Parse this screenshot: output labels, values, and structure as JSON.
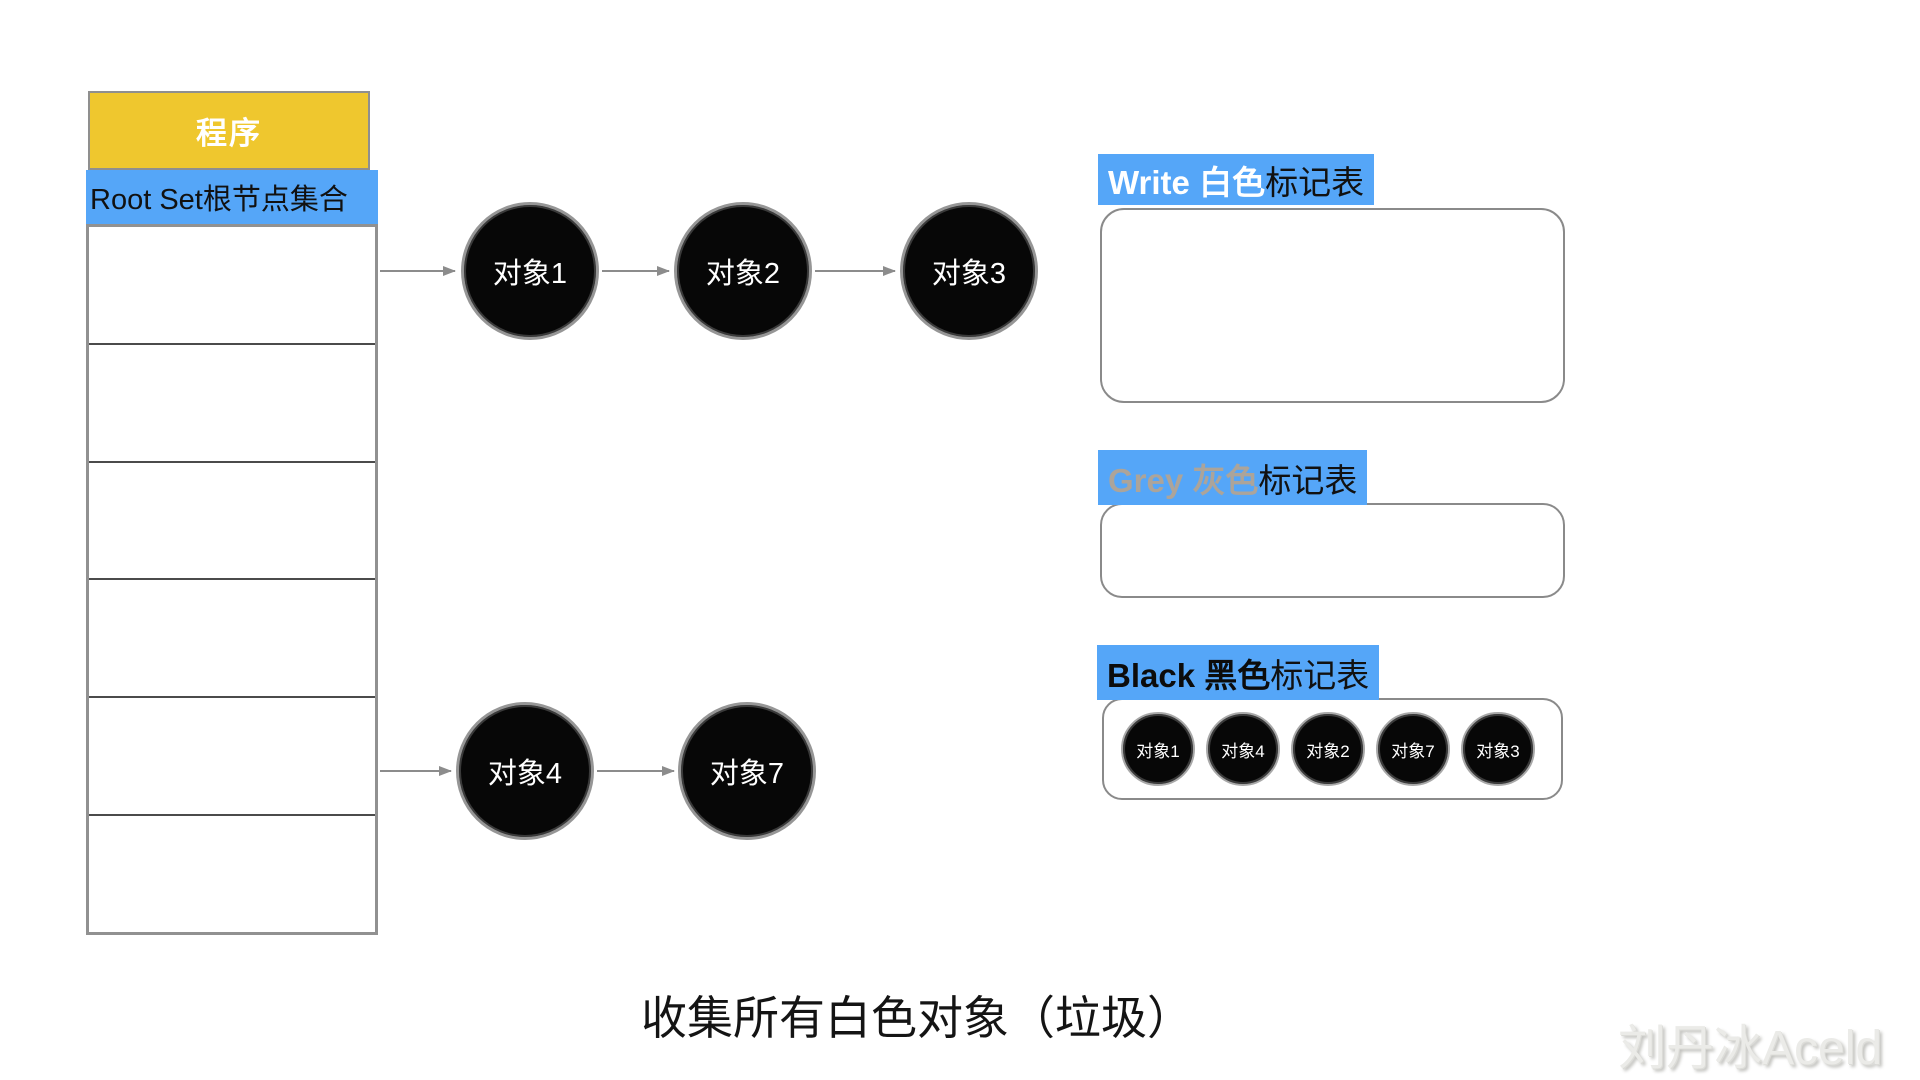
{
  "colors": {
    "yellow": "#EFC72E",
    "blue": "#55A6F8",
    "grey_text": "#ACA49A",
    "arrow": "#8C8C8C",
    "node_fill": "#070707",
    "node_ring": "#969696"
  },
  "program": {
    "label": "程序"
  },
  "root_set": {
    "label": "Root Set根节点集合",
    "empty_rows": 6
  },
  "nodes": {
    "obj1": "对象1",
    "obj2": "对象2",
    "obj3": "对象3",
    "obj4": "对象4",
    "obj7": "对象7"
  },
  "edges": [
    "root-set → 对象1",
    "对象1 → 对象2",
    "对象2 → 对象3",
    "root-set → 对象4",
    "对象4 → 对象7"
  ],
  "panels": {
    "white": {
      "title_highlight": "Write 白色",
      "title_rest": "标记表",
      "items": []
    },
    "grey": {
      "title_highlight": "Grey 灰色",
      "title_rest": "标记表",
      "items": []
    },
    "black": {
      "title_highlight": "Black 黑色",
      "title_rest": "标记表",
      "items": [
        "对象1",
        "对象4",
        "对象2",
        "对象7",
        "对象3"
      ]
    }
  },
  "caption": "收集所有白色对象（垃圾）",
  "watermark": "刘丹冰Aceld"
}
